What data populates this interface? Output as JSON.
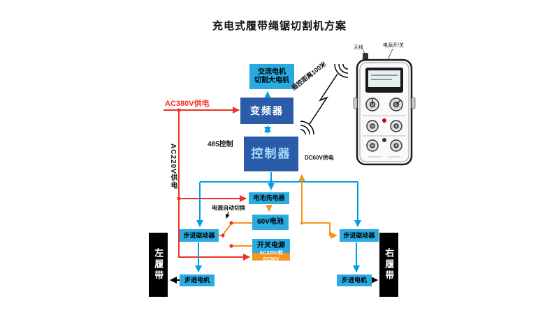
{
  "title": "充电式履带绳锯切割机方案",
  "colors": {
    "cyan_box": "#29abe2",
    "blue_box": "#2a5caa",
    "red_line": "#ee3124",
    "orange_line": "#f7941d",
    "blue_line": "#00a0e9",
    "track_box": "#000000"
  },
  "nodes": {
    "ac_motor": {
      "line1": "交流电机",
      "line2": "切割大电机"
    },
    "inverter": {
      "label": "变频器"
    },
    "controller": {
      "label": "控制器"
    },
    "charger": {
      "label": "电池充电器"
    },
    "battery": {
      "label": "60V电池"
    },
    "switch_power": {
      "label": "开关电源",
      "sub": "AC220V转DC60V"
    },
    "left_driver": {
      "label": "步进驱动器"
    },
    "right_driver": {
      "label": "步进驱动器"
    },
    "left_motor": {
      "label": "步进电机"
    },
    "right_motor": {
      "label": "步进电机"
    },
    "left_track": {
      "label": "左履带"
    },
    "right_track": {
      "label": "右履带"
    }
  },
  "labels": {
    "ac380_supply": "AC380V供电",
    "ac220_supply": "AC220V供电",
    "rs485_control": "485控制",
    "dc60_supply": "DC60V供电",
    "power_auto_switch": "电源自动切换",
    "remote_range": "遥控距离100米"
  },
  "remote": {
    "antenna_label": "天线",
    "power_label": "电源开/关"
  }
}
